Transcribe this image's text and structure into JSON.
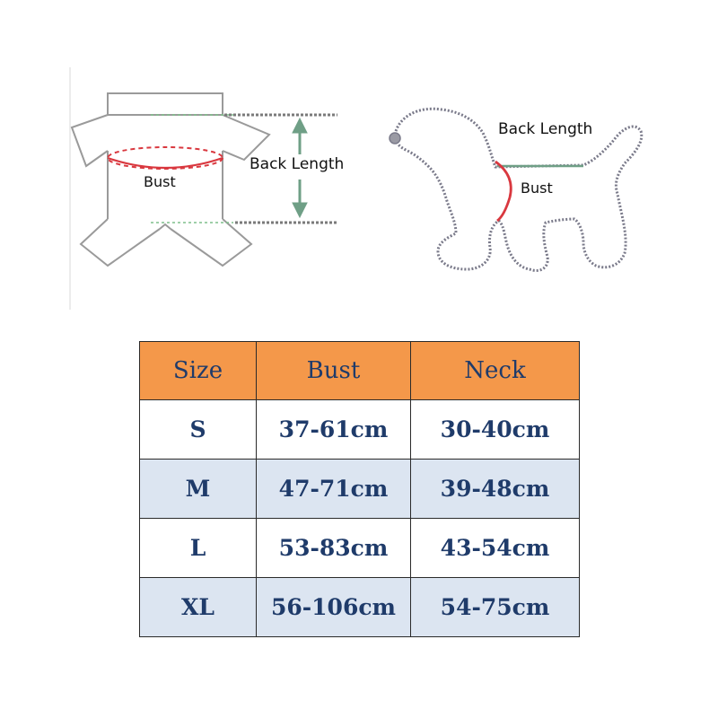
{
  "diagram": {
    "shirt_back_length": "Back Length",
    "shirt_bust": "Bust",
    "dog_back_length": "Back Length",
    "dog_bust": "Bust"
  },
  "table": {
    "headers": {
      "size": "Size",
      "bust": "Bust",
      "neck": "Neck"
    },
    "rows": [
      {
        "size": "S",
        "bust": "37-61cm",
        "neck": "30-40cm"
      },
      {
        "size": "M",
        "bust": "47-71cm",
        "neck": "39-48cm"
      },
      {
        "size": "L",
        "bust": "53-83cm",
        "neck": "43-54cm"
      },
      {
        "size": "XL",
        "bust": "56-106cm",
        "neck": "54-75cm"
      }
    ]
  },
  "colors": {
    "header_bg": "#f4984a",
    "shaded_row_bg": "#dce5f1",
    "text_blue": "#1f3b6a",
    "bust_line_red": "#d9383f",
    "arrow_green": "#6f9f86"
  }
}
